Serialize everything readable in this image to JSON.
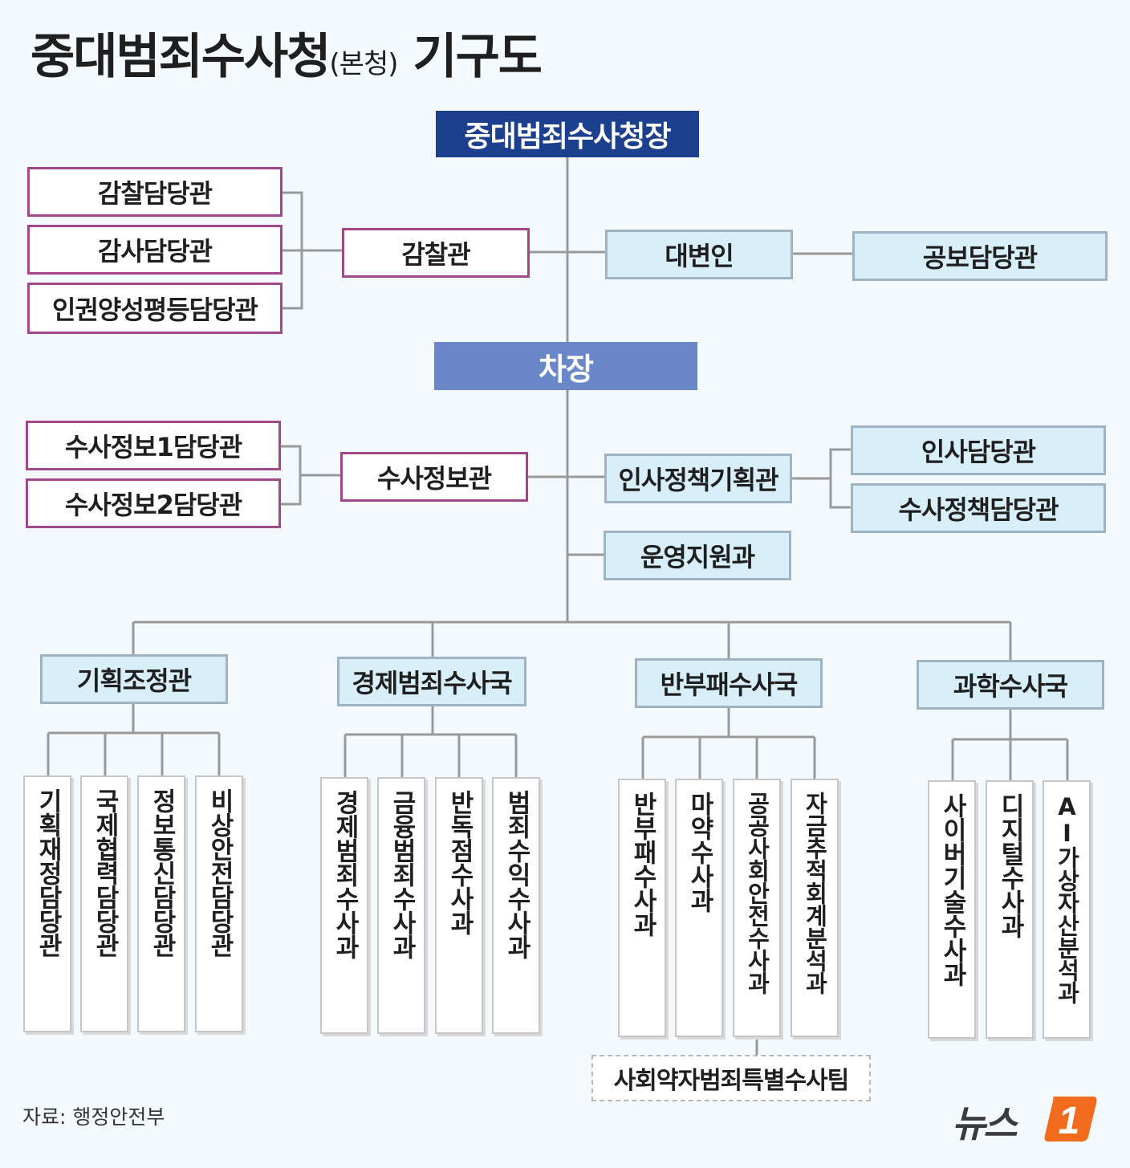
{
  "title": {
    "main": "중대범죄수사청",
    "sub": "(본청)",
    "tail": "기구도"
  },
  "head": "중대범죄수사청장",
  "deputy": "차장",
  "inspection": {
    "office": "감찰관",
    "units": [
      "감찰담당관",
      "감사담당관",
      "인권양성평등담당관"
    ]
  },
  "spokesperson": {
    "office": "대변인",
    "unit": "공보담당관"
  },
  "intel": {
    "office": "수사정보관",
    "units": [
      "수사정보1담당관",
      "수사정보2담당관"
    ]
  },
  "hr": {
    "office": "인사정책기획관",
    "units": [
      "인사담당관",
      "수사정책담당관"
    ]
  },
  "support": "운영지원과",
  "bureaus": [
    {
      "name": "기획조정관",
      "units": [
        "기획재정담당관",
        "국제협력담당관",
        "정보통신담당관",
        "비상안전담당관"
      ]
    },
    {
      "name": "경제범죄수사국",
      "units": [
        "경제범죄수사과",
        "금융범죄수사과",
        "반독점수사과",
        "범죄수익수사과"
      ]
    },
    {
      "name": "반부패수사국",
      "units": [
        "반부패수사과",
        "마약수사과",
        "공공사회안전수사과",
        "자금추적회계분석과"
      ]
    },
    {
      "name": "과학수사국",
      "units": [
        "사이버기술수사과",
        "디지털수사과",
        "AI가상자산분석과"
      ]
    }
  ],
  "special_team": "사회약자범죄특별수사팀",
  "source": "자료: 행정안전부",
  "logo": {
    "text": "뉴스",
    "mark": "1"
  },
  "colors": {
    "head": "#1c3f8e",
    "deputy": "#6a87c7",
    "staff_border": "#a2478a",
    "line_fill": "#d8eef9",
    "logo_orange": "#f26a1b"
  }
}
